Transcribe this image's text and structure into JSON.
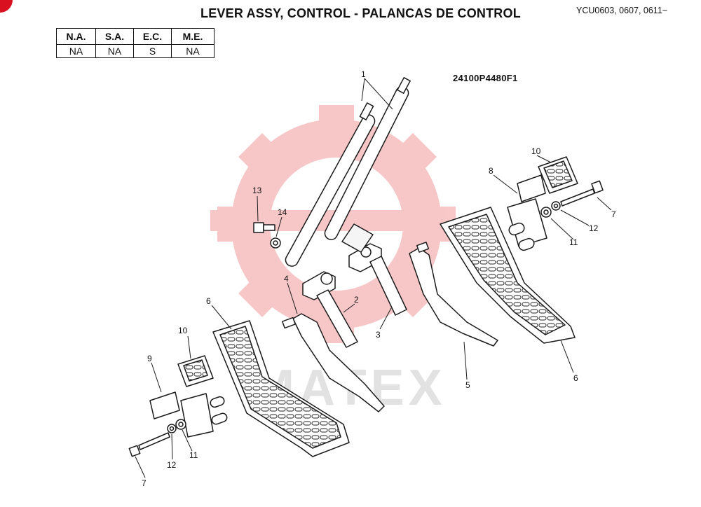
{
  "header": {
    "title": "LEVER ASSY, CONTROL - PALANCAS DE CONTROL",
    "model_code": "YCU0603, 0607, 0611~",
    "drawing_number": "24100P4480F1"
  },
  "spec_table": {
    "headers": [
      "N.A.",
      "S.A.",
      "E.C.",
      "M.E."
    ],
    "values": [
      "NA",
      "NA",
      "S",
      "NA"
    ]
  },
  "watermark": {
    "text": "MATEX",
    "color": "#f5b3b3"
  },
  "callouts": {
    "c1": "1",
    "c2": "2",
    "c3": "3",
    "c4": "4",
    "c5": "5",
    "c6a": "6",
    "c6b": "6",
    "c7a": "7",
    "c7b": "7",
    "c8": "8",
    "c9": "9",
    "c10a": "10",
    "c10b": "10",
    "c11a": "11",
    "c11b": "11",
    "c12a": "12",
    "c12b": "12",
    "c13": "13",
    "c14": "14"
  }
}
